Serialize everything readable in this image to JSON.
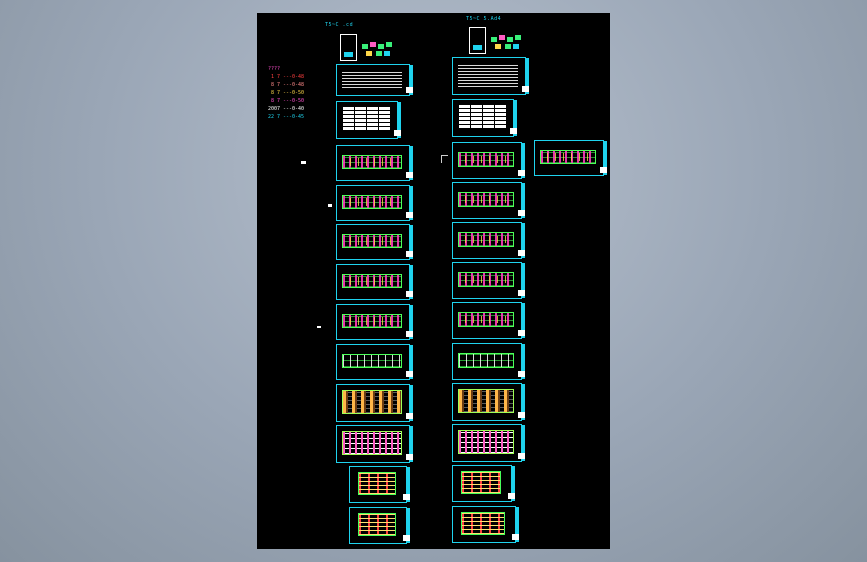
{
  "window": {
    "title": ""
  },
  "columns": [
    {
      "label": "T5~C   .cd"
    },
    {
      "label": "T5~C   5.Ad4"
    }
  ],
  "legend": [
    {
      "name": "????",
      "code": "",
      "color": "#ff4fd0"
    },
    {
      "name": "1 7",
      "code": "---0-48",
      "color": "#ff4040"
    },
    {
      "name": "8 7",
      "code": "---0-48",
      "color": "#ff8a8a"
    },
    {
      "name": "8 7",
      "code": "---0-50",
      "color": "#ffd84a"
    },
    {
      "name": "8 7",
      "code": "---0-50",
      "color": "#ff4fd0"
    },
    {
      "name": "2007",
      "code": "---0-40",
      "color": "#ffffff"
    },
    {
      "name": "22 7",
      "code": "---0-45",
      "color": "#1fd3ee"
    }
  ],
  "colors": {
    "canvas": "#000000",
    "frame": "#1fd3ee",
    "background": "#9aa6b6"
  }
}
